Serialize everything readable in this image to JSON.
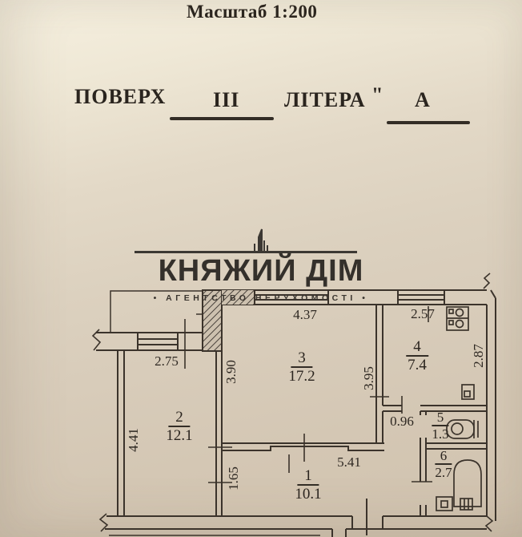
{
  "colors": {
    "paper": "#e3d9c7",
    "ink": "#3b332b",
    "text": "#2a241e"
  },
  "header": {
    "scale": "Масштаб 1:200",
    "floor_label": "ПОВЕРХ",
    "floor_value": "III",
    "letter_label": "ЛІТЕРА",
    "letter_quote": "\"",
    "letter_value": "А"
  },
  "logo": {
    "title": "КНЯЖИЙ ДІМ",
    "subtitle": "• АГЕНТСТВО НЕРУХОМОСТІ •",
    "icon": "building-icon"
  },
  "plan": {
    "rooms": {
      "hall": {
        "number": "1",
        "area": "10.1"
      },
      "bedroom": {
        "number": "2",
        "area": "12.1"
      },
      "living": {
        "number": "3",
        "area": "17.2"
      },
      "kitchen": {
        "number": "4",
        "area": "7.4"
      },
      "wc": {
        "number": "5",
        "area": "1.3"
      },
      "bath": {
        "number": "6",
        "area": "2.7"
      }
    },
    "dimensions": {
      "bedroom_width": "2.75",
      "bedroom_height": "4.41",
      "living_left_height": "3.90",
      "living_width": "4.37",
      "living_right_height": "3.95",
      "kitchen_width": "2.57",
      "kitchen_height": "2.87",
      "nook_width": "0.96",
      "hall_width": "5.41",
      "hall_left_height": "1.65"
    },
    "fixtures": [
      "stove-icon",
      "sink-icon",
      "toilet-icon",
      "bathtub-icon",
      "washer-icon",
      "washbasin-icon"
    ]
  }
}
